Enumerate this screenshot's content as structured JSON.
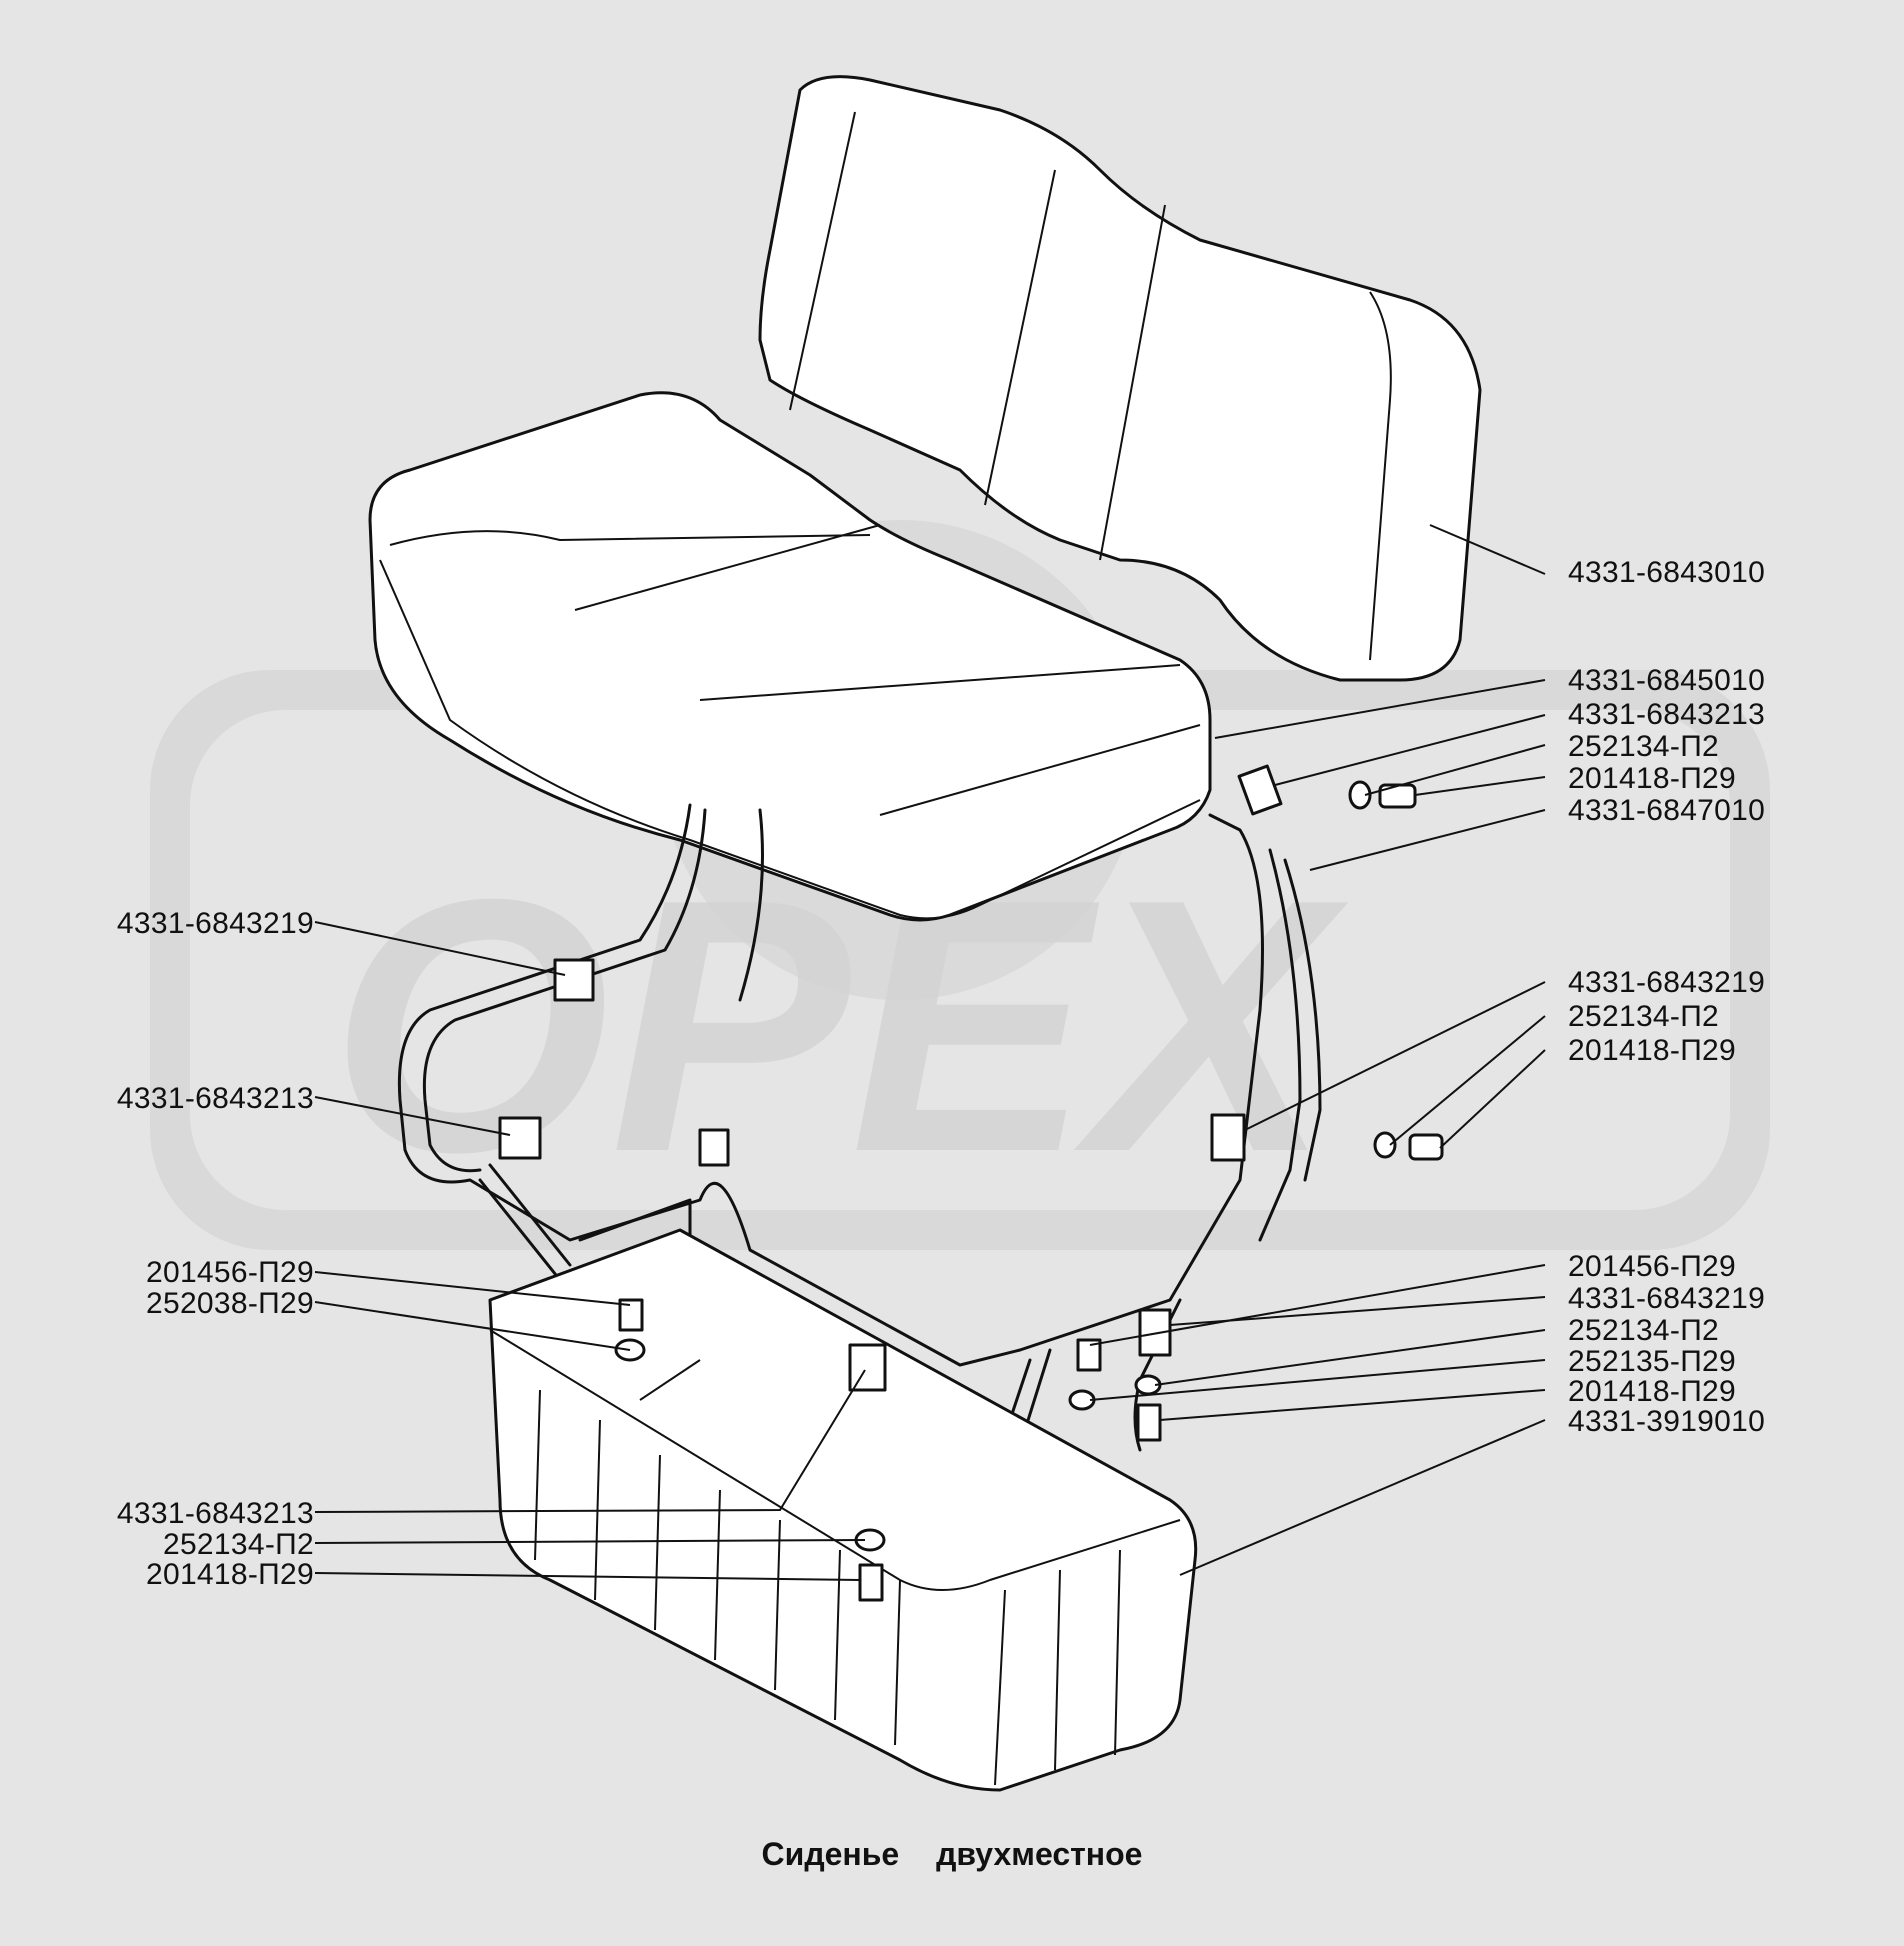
{
  "watermark": {
    "text": "OPEX"
  },
  "labels_left": [
    {
      "id": "l1",
      "text": "4331-6843219"
    },
    {
      "id": "l2",
      "text": "4331-6843213"
    },
    {
      "id": "l3",
      "text": "201456-П29"
    },
    {
      "id": "l4",
      "text": "252038-П29"
    },
    {
      "id": "l5",
      "text": "4331-6843213"
    },
    {
      "id": "l6",
      "text": "252134-П2"
    },
    {
      "id": "l7",
      "text": "201418-П29"
    }
  ],
  "labels_right": [
    {
      "id": "r1",
      "text": "4331-6843010"
    },
    {
      "id": "r2",
      "text": "4331-6845010"
    },
    {
      "id": "r3",
      "text": "4331-6843213"
    },
    {
      "id": "r4",
      "text": "252134-П2"
    },
    {
      "id": "r5",
      "text": "201418-П29"
    },
    {
      "id": "r6",
      "text": "4331-6847010"
    },
    {
      "id": "r7",
      "text": "4331-6843219"
    },
    {
      "id": "r8",
      "text": "252134-П2"
    },
    {
      "id": "r9",
      "text": "201418-П29"
    },
    {
      "id": "r10",
      "text": "201456-П29"
    },
    {
      "id": "r11",
      "text": "4331-6843219"
    },
    {
      "id": "r12",
      "text": "252134-П2"
    },
    {
      "id": "r13",
      "text": "252135-П29"
    },
    {
      "id": "r14",
      "text": "201418-П29"
    },
    {
      "id": "r15",
      "text": "4331-3919010"
    }
  ],
  "caption": "Сиденье двухместное"
}
